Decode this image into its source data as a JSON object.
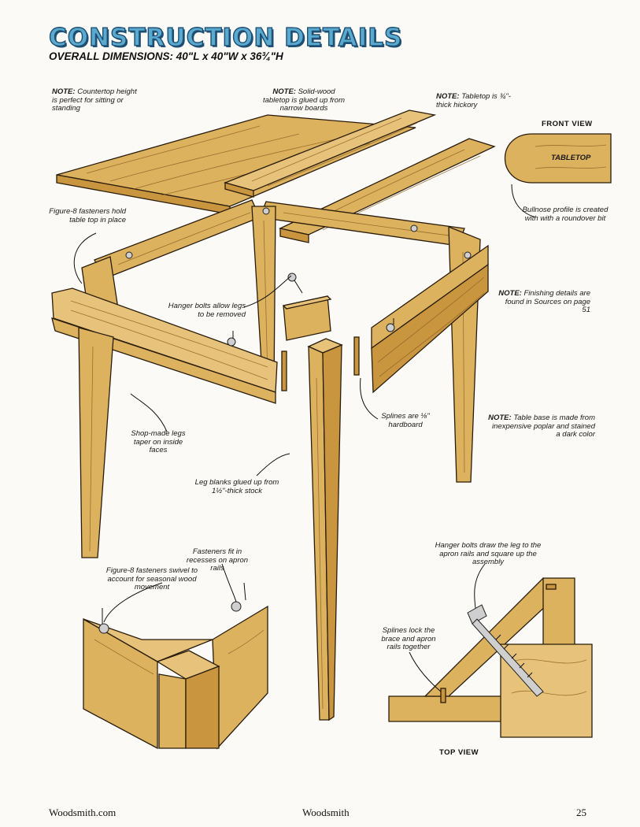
{
  "header": {
    "title": "CONSTRUCTION DETAILS",
    "dimensions_label": "OVERALL DIMENSIONS:",
    "dimensions_value": "40\"L x 40\"W x 36¾\"H"
  },
  "notes": {
    "countertop": {
      "label": "NOTE:",
      "text": "Countertop height is perfect for sitting or standing"
    },
    "solid_wood": {
      "label": "NOTE:",
      "text": "Solid-wood tabletop is glued up from narrow boards"
    },
    "hickory": {
      "label": "NOTE:",
      "text": "Tabletop is ¾\"-thick hickory"
    },
    "finishing": {
      "label": "NOTE:",
      "text": "Finishing details are found in Sources on page 51"
    },
    "base": {
      "label": "NOTE:",
      "text": "Table base is made from inexpensive poplar and stained a dark color"
    }
  },
  "callouts": {
    "figure8_hold": "Figure-8 fasteners hold table top in place",
    "hanger_bolts": "Hanger bolts allow legs to be removed",
    "splines": "Splines are ⅛\" hardboard",
    "shop_legs": "Shop-made legs taper on inside faces",
    "leg_blanks": "Leg blanks glued up from 1½\"-thick stock",
    "bullnose": "Bullnose profile is created with with a roundover bit",
    "fig8_swivel": "Figure-8 fasteners swivel to account for seasonal wood movement",
    "fasteners_recess": "Fasteners fit in recesses on apron rails",
    "hanger_draw": "Hanger bolts draw the leg to the apron rails and square up the assembly",
    "splines_lock": "Splines lock the brace and apron rails together"
  },
  "views": {
    "front_view": "FRONT VIEW",
    "tabletop_label": "TABLETOP",
    "top_view": "TOP VIEW"
  },
  "footer": {
    "left": "Woodsmith.com",
    "center": "Woodsmith",
    "page": "25"
  }
}
